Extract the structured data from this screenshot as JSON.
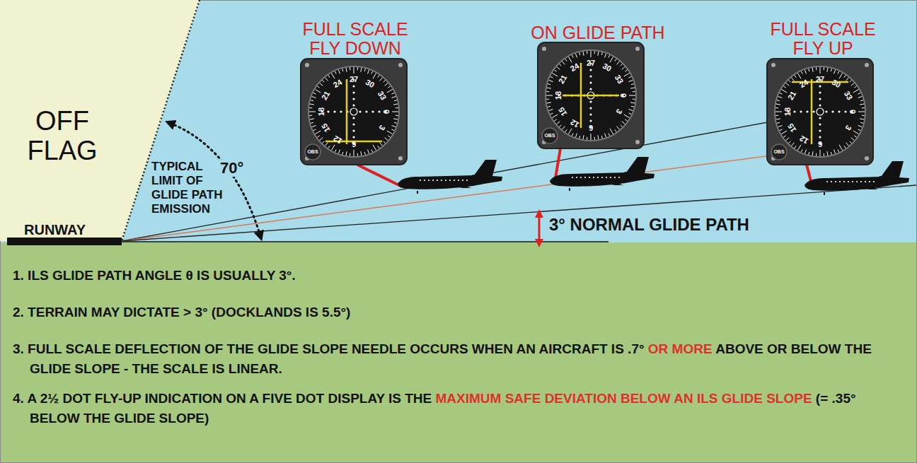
{
  "diagram": {
    "nodes": [
      {
        "text": [
          "OFF FLAG"
        ]
      }
    ],
    "labels": [
      "FULL SCALE FLY DOWN",
      "ON GLIDE PATH",
      "FULL SCALE FLY UP",
      "TYPICAL LIMIT OF GLIDE PATH EMISSION",
      "70°",
      "RUNWAY",
      "3° NORMAL GLIDE PATH",
      "1. ILS GLIDE PATH ANGLE θ IS USUALLY 3°.",
      "2. TERRAIN MAY DICTATE > 3° (DOCKLANDS IS 5.5°)",
      "3. FULL SCALE DEFLECTION OF THE GLIDE SLOPE NEEDLE OCCURS WHEN AN AIRCRAFT IS .7°",
      "OR MORE",
      "ABOVE OR BELOW THE GLIDE SLOPE - THE SCALE IS LINEAR.",
      "4. A 2½ DOT FLY-UP INDICATION ON A FIVE DOT DISPLAY IS THE",
      "MAXIMUM SAFE DEVIATION BELOW AN ILS GLIDE SLOPE",
      "(= .35° BELOW THE GLIDE SLOPE)",
      "27",
      "30",
      "33",
      "0",
      "3",
      "6",
      "12",
      "15",
      "18",
      "21",
      "24",
      "OBS",
      "27",
      "30",
      "33",
      "0",
      "3",
      "6",
      "12",
      "15",
      "18",
      "21",
      "24",
      "OBS",
      "27",
      "30",
      "33",
      "0",
      "3",
      "6",
      "12",
      "15",
      "18",
      "21",
      "24",
      "OBS"
    ]
  }
}
